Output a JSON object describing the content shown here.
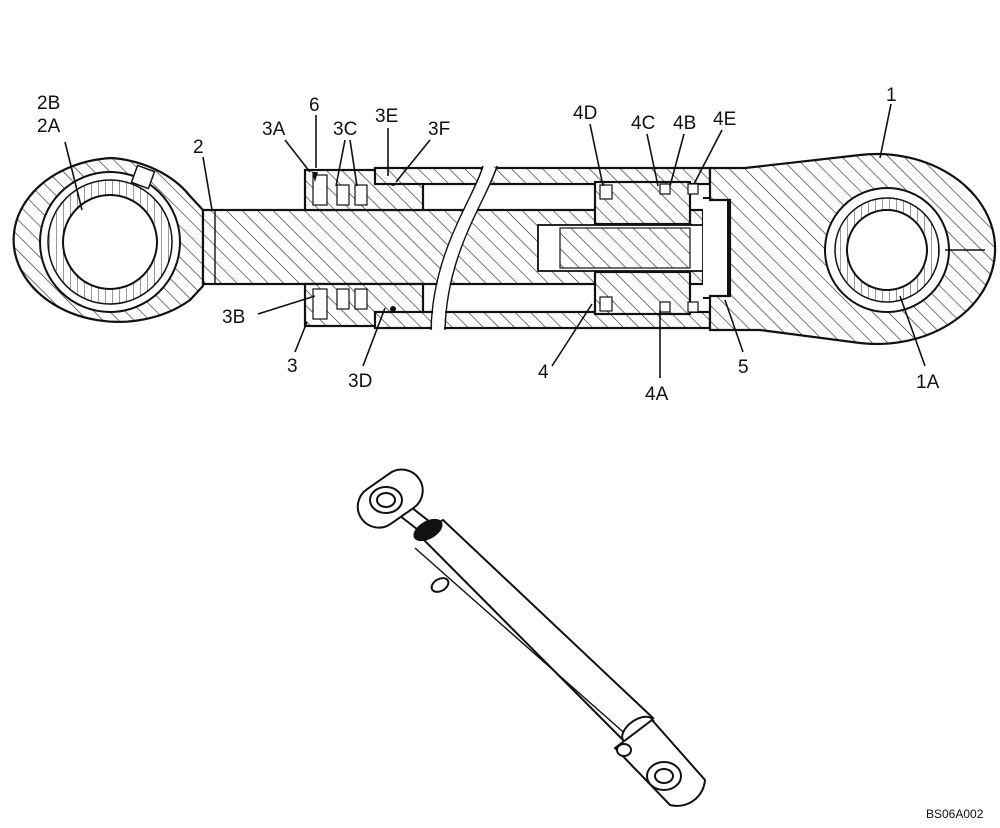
{
  "labels": {
    "l_2B": "2B",
    "l_2A": "2A",
    "l_2": "2",
    "l_3A": "3A",
    "l_6": "6",
    "l_3C": "3C",
    "l_3E": "3E",
    "l_3F": "3F",
    "l_4D": "4D",
    "l_4C": "4C",
    "l_4B": "4B",
    "l_4E": "4E",
    "l_1": "1",
    "l_3B": "3B",
    "l_3": "3",
    "l_3D": "3D",
    "l_4": "4",
    "l_4A": "4A",
    "l_5": "5",
    "l_1A": "1A"
  },
  "figure_code": "BS06A002"
}
